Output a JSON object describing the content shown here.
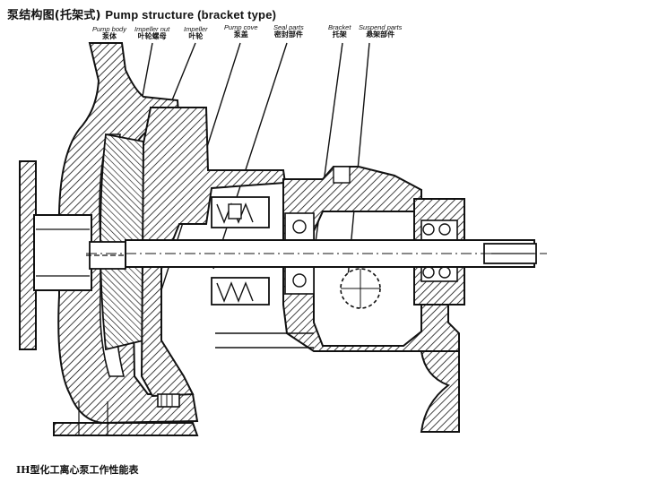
{
  "title": {
    "zh": "泵结构图(托架式)",
    "en": "Pump structure (bracket type)"
  },
  "labels": [
    {
      "id": "pump-body",
      "en": "Pump body",
      "zh": "泵体"
    },
    {
      "id": "impeller-nut",
      "en": "Impeller nut",
      "zh": "叶轮螺母"
    },
    {
      "id": "impeller",
      "en": "Impeller",
      "zh": "叶轮"
    },
    {
      "id": "pump-cover",
      "en": "Pump cove",
      "zh": "泵盖"
    },
    {
      "id": "seal-parts",
      "en": "Seal parts",
      "zh": "密封部件"
    },
    {
      "id": "bracket",
      "en": "Bracket",
      "zh": "托架"
    },
    {
      "id": "suspend-parts",
      "en": "Suspend parts",
      "zh": "悬架部件"
    }
  ],
  "caption": "IH型化工离心泵工作性能表"
}
